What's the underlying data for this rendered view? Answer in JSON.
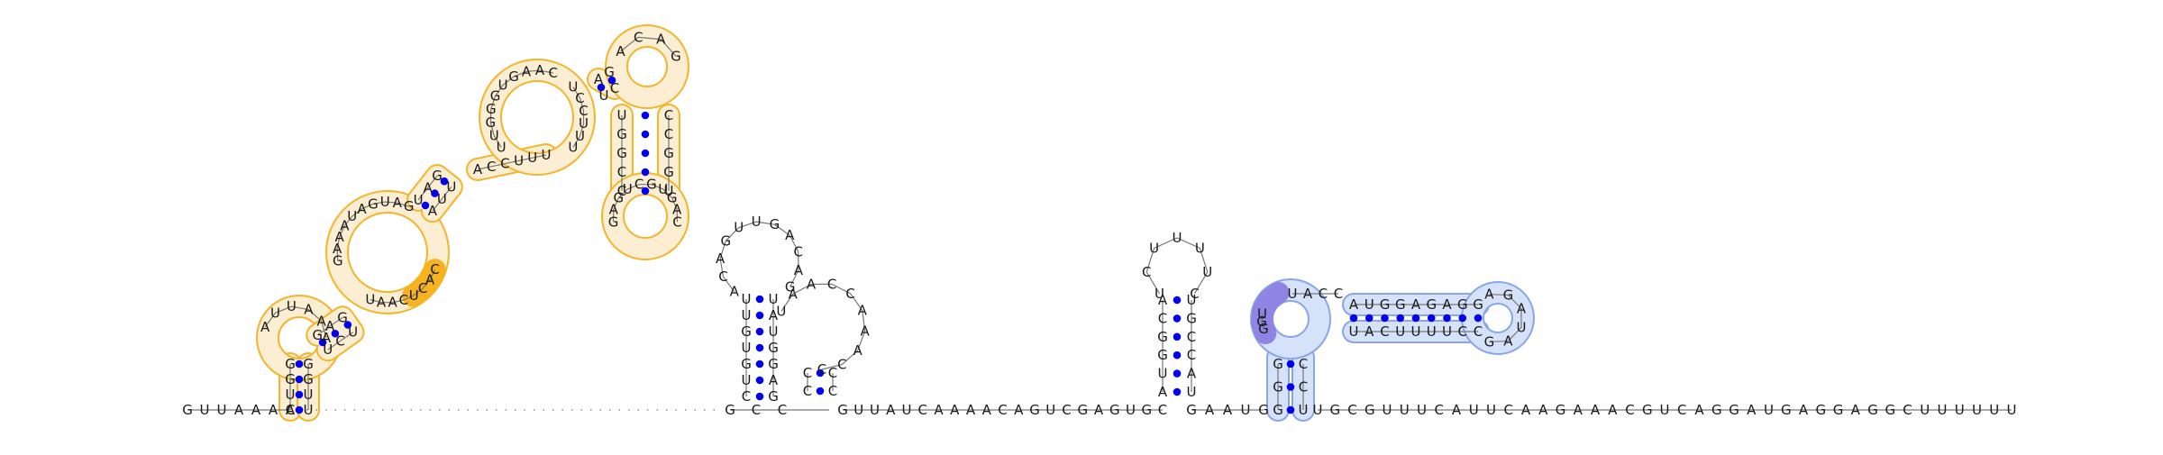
{
  "colors": {
    "orange_fill": "#fbeed2",
    "orange_stroke": "#f3b52c",
    "orange_highlight": "#f6b21f",
    "blue_fill": "#d5e2fa",
    "blue_stroke": "#8aa6e6",
    "blue_highlight": "#8f84e4",
    "pair_dot": "#0000ee",
    "backbone": "#777777"
  },
  "strand": {
    "left_tail": [
      "G",
      "U",
      "U",
      "A",
      "A",
      "A",
      "A"
    ],
    "right_tail_5p": [
      "G",
      "C",
      "C"
    ],
    "link_1": [
      "G",
      "U",
      "U",
      "A",
      "U",
      "C",
      "A",
      "A",
      "A",
      "A",
      "C",
      "A",
      "G",
      "U",
      "C",
      "G",
      "A",
      "G",
      "U",
      "G",
      "C"
    ],
    "link_2": [
      "G",
      "A",
      "A",
      "U",
      "G"
    ],
    "right_tail_3p": [
      "U",
      "G",
      "C",
      "G",
      "U",
      "U",
      "U",
      "C",
      "A",
      "U",
      "U",
      "C",
      "A",
      "A",
      "G",
      "A",
      "A",
      "A",
      "C",
      "G",
      "U",
      "C",
      "A",
      "G",
      "G",
      "A",
      "U",
      "G",
      "A",
      "G",
      "G",
      "A",
      "G",
      "G",
      "C",
      "U",
      "U",
      "U",
      "U",
      "U",
      "U"
    ]
  },
  "domain_orange": {
    "stem_a": {
      "left": [
        "C",
        "U",
        "G",
        "G"
      ],
      "right": [
        "U",
        "U",
        "G",
        "G"
      ]
    },
    "loop_a": [
      "A",
      "U",
      "U",
      "A",
      "A",
      "A"
    ],
    "stem_b": {
      "left": [
        "G",
        "A",
        "G"
      ],
      "right": [
        "U",
        "C",
        "U"
      ]
    },
    "loop_b": [
      "G",
      "A",
      "A",
      "A",
      "U",
      "A",
      "G",
      "U",
      "A",
      "G"
    ],
    "loop_b_right": [
      "C",
      "A",
      "C",
      "U",
      "C",
      "A",
      "A",
      "U"
    ],
    "stem_c": {
      "left": [
        "U",
        "A",
        "G"
      ],
      "right": [
        "A",
        "U",
        "U"
      ]
    },
    "bulge_c": [
      "A",
      "C",
      "C",
      "U",
      "U",
      "U"
    ],
    "loop_c": [
      "U",
      "U",
      "G",
      "G",
      "G",
      "U",
      "G",
      "A",
      "A",
      "C"
    ],
    "loop_c_right": [
      "U",
      "C",
      "C",
      "U",
      "U",
      "U"
    ],
    "stem_d": {
      "left": [
        "A",
        "G"
      ],
      "right": [
        "U",
        "C"
      ]
    },
    "loop_d": [
      "A",
      "C",
      "A",
      "G"
    ],
    "stem_e": {
      "left": [
        "U",
        "G",
        "G",
        "C",
        "C"
      ],
      "right": [
        "C",
        "C",
        "G",
        "G",
        "U"
      ]
    },
    "loop_e": [
      "G",
      "A",
      "G",
      "U",
      "C",
      "G",
      "U",
      "G",
      "A",
      "C"
    ]
  },
  "domain_plain_left": {
    "stem_left": [
      "C",
      "U",
      "G",
      "U",
      "G",
      "U",
      "U"
    ],
    "stem_right": [
      "G",
      "A",
      "G",
      "G",
      "U",
      "A",
      "U"
    ],
    "loop": [
      "A",
      "C",
      "A",
      "G",
      "U",
      "U",
      "G",
      "A",
      "C",
      "A",
      "G"
    ],
    "stem2_left": [
      "C",
      "C"
    ],
    "stem2_right": [
      "C",
      "C"
    ],
    "loop2": [
      "U",
      "A",
      "A",
      "C",
      "C",
      "A",
      "A",
      "A",
      "C",
      "C"
    ]
  },
  "domain_plain_right": {
    "stem_left": [
      "A",
      "U",
      "G",
      "G",
      "C",
      "A"
    ],
    "stem_right": [
      "U",
      "A",
      "C",
      "C",
      "G",
      "U"
    ],
    "loop": [
      "U",
      "C",
      "U",
      "U",
      "U",
      "U",
      "C"
    ]
  },
  "domain_blue": {
    "stem_v": {
      "left": [
        "G",
        "G",
        "G"
      ],
      "right": [
        "U",
        "C",
        "C"
      ]
    },
    "bulge": [
      "U",
      "G",
      "G"
    ],
    "loop_top": [
      "U",
      "A",
      "C",
      "C"
    ],
    "stem_h": {
      "top": [
        "A",
        "U",
        "G",
        "G",
        "A",
        "G",
        "A",
        "G",
        "G"
      ],
      "bottom": [
        "U",
        "A",
        "C",
        "U",
        "U",
        "U",
        "U",
        "C",
        "C"
      ]
    },
    "loop_end": [
      "A",
      "G",
      "A",
      "U",
      "A",
      "G"
    ]
  }
}
